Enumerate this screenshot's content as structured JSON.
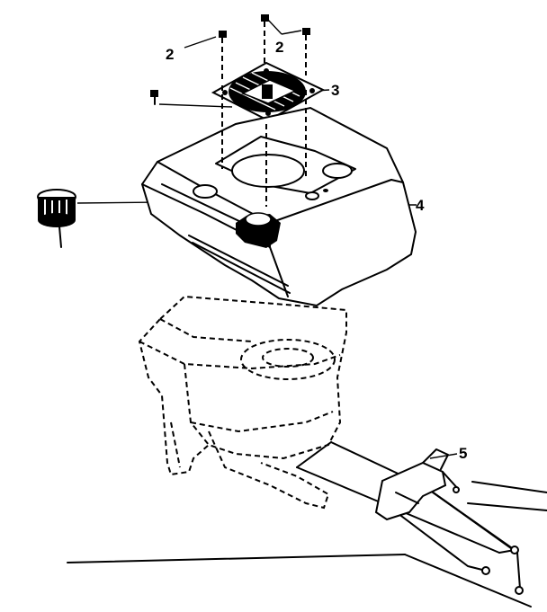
{
  "callouts": [
    {
      "id": "c2a",
      "text": "2"
    },
    {
      "id": "c2b",
      "text": "2"
    },
    {
      "id": "c3",
      "text": "3"
    },
    {
      "id": "c4",
      "text": "4"
    },
    {
      "id": "c5",
      "text": "5"
    }
  ],
  "colors": {
    "ink": "#000000",
    "paper": "#ffffff"
  }
}
